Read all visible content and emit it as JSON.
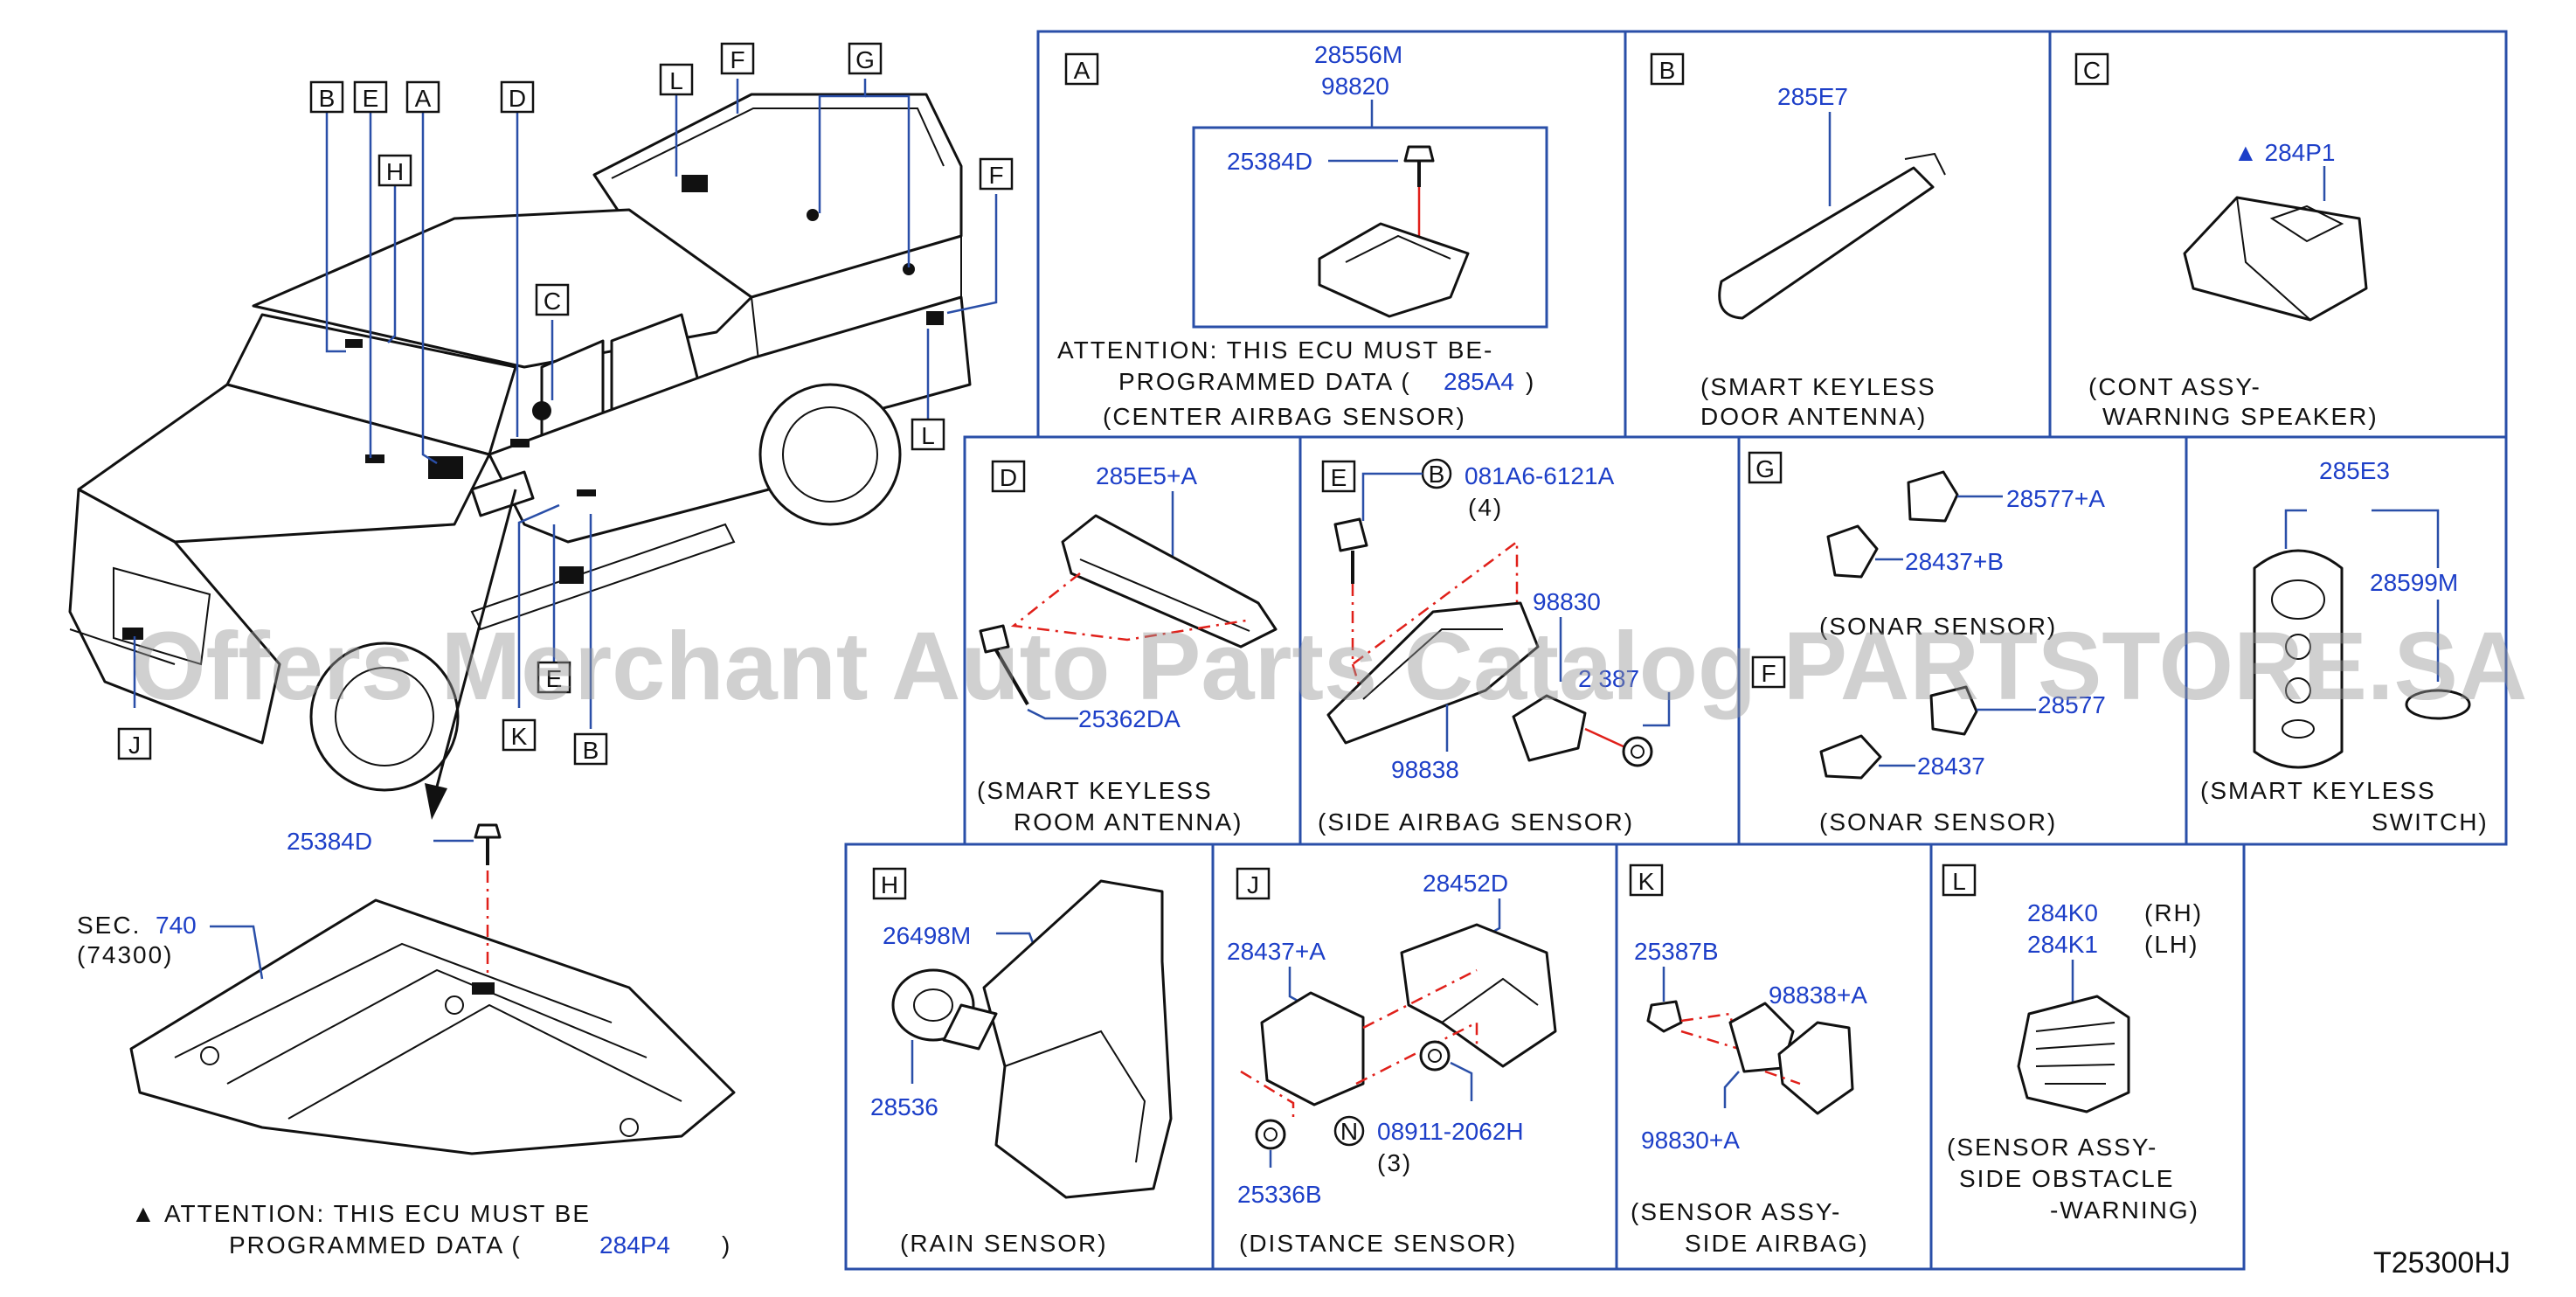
{
  "colors": {
    "frame": "#2a4fa8",
    "part_number": "#1d3fc8",
    "leader_dash": "#e0201a",
    "text": "#111111"
  },
  "watermark": "Offers Merchant Auto Parts Catalog PARTSTORE.SA",
  "diagram_code": "T25300HJ",
  "callouts": {
    "B1": "B",
    "E1": "E",
    "A1": "A",
    "H1": "H",
    "D1": "D",
    "L1": "L",
    "F1": "F",
    "G1": "G",
    "C1": "C",
    "F2": "F",
    "L2": "L",
    "J1": "J",
    "K1": "K",
    "E2": "E",
    "B2": "B"
  },
  "floor": {
    "bolt": "25384D",
    "sec_label": "SEC.",
    "sec_number": "740",
    "sec_sub": "(74300)",
    "attention_line1": "▲ ATTENTION:  THIS  ECU  MUST  BE",
    "attention_line2": "PROGRAMMED  DATA  (",
    "attention_code": "284P4",
    "attention_close": ")"
  },
  "panels": {
    "A": {
      "letter": "A",
      "pn1": "28556M",
      "pn2": "98820",
      "pn3": "25384D",
      "attn1": "ATTENTION:  THIS  ECU  MUST  BE-",
      "attn2": "PROGRAMMED  DATA  (",
      "attn_code": "285A4",
      "attn_close": ")",
      "caption": "(CENTER  AIRBAG  SENSOR)"
    },
    "B": {
      "letter": "B",
      "pn1": "285E7",
      "caption1": "(SMART  KEYLESS",
      "caption2": "DOOR  ANTENNA)"
    },
    "C": {
      "letter": "C",
      "pn1": "▲ 284P1",
      "caption1": "(CONT  ASSY-",
      "caption2": "WARNING  SPEAKER)"
    },
    "D": {
      "letter": "D",
      "pn1": "285E5+A",
      "pn2": "25362DA",
      "caption1": "(SMART  KEYLESS",
      "caption2": "ROOM  ANTENNA)"
    },
    "E": {
      "letter": "E",
      "circle": "B",
      "pn1": "081A6-6121A",
      "qty": "(4)",
      "pn2": "98830",
      "pn3": "2 387",
      "pn4": "98838",
      "caption": "(SIDE  AIRBAG  SENSOR)"
    },
    "G": {
      "letter": "G",
      "pn1": "28577+A",
      "pn2": "28437+B",
      "caption_top": "(SONAR  SENSOR)",
      "sub_letter": "F",
      "pn3": "28577",
      "pn4": "28437",
      "caption": "(SONAR  SENSOR)"
    },
    "SW": {
      "pn1": "285E3",
      "pn2": "28599M",
      "caption1": "(SMART  KEYLESS",
      "caption2": "SWITCH)"
    },
    "H": {
      "letter": "H",
      "pn1": "26498M",
      "pn2": "28536",
      "caption": "(RAIN  SENSOR)"
    },
    "J": {
      "letter": "J",
      "pn1": "28452D",
      "pn2": "28437+A",
      "circle": "N",
      "pn3": "08911-2062H",
      "qty": "(3)",
      "pn4": "25336B",
      "caption": "(DISTANCE  SENSOR)"
    },
    "K": {
      "letter": "K",
      "pn1": "25387B",
      "pn2": "98838+A",
      "pn3": "98830+A",
      "caption1": "(SENSOR  ASSY-",
      "caption2": "SIDE  AIRBAG)"
    },
    "L": {
      "letter": "L",
      "pn1": "284K0",
      "rh": "(RH)",
      "pn2": "284K1",
      "lh": "(LH)",
      "caption1": "(SENSOR  ASSY-",
      "caption2": "SIDE  OBSTACLE",
      "caption3": "-WARNING)"
    }
  }
}
